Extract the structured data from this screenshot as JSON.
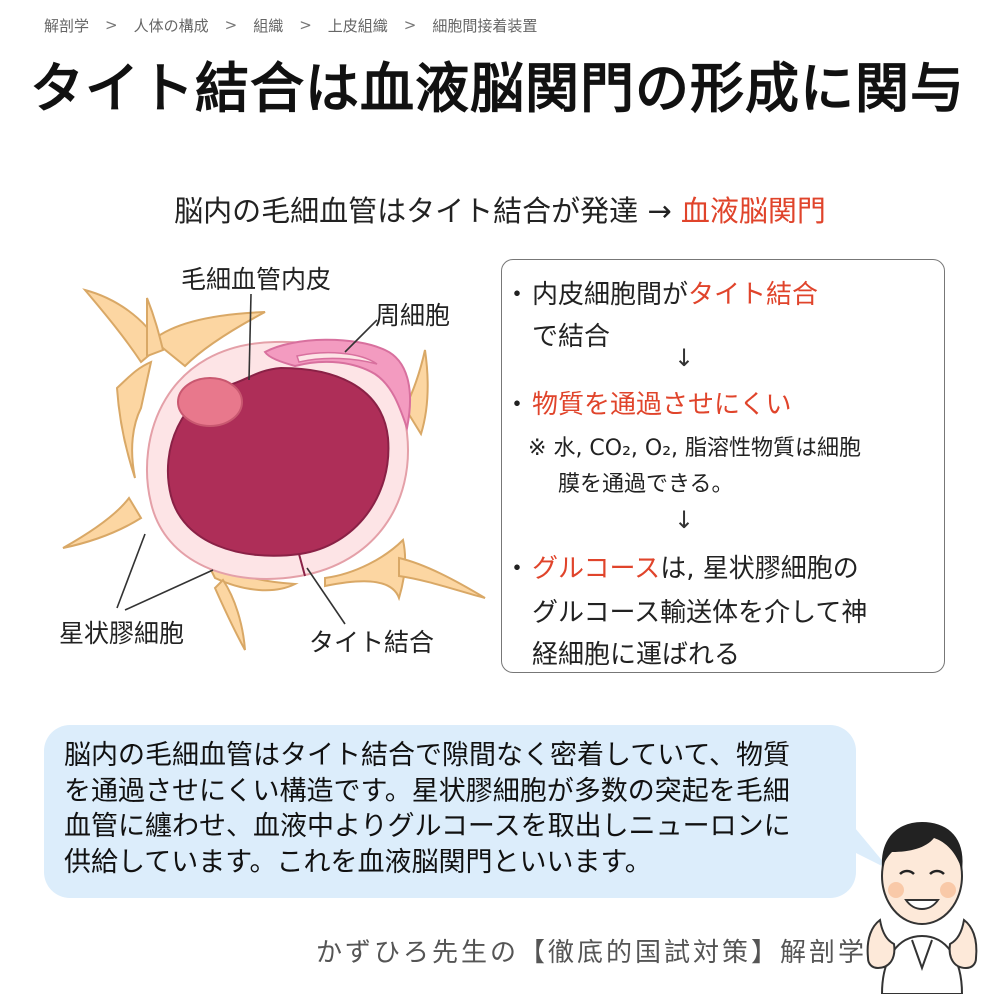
{
  "breadcrumb": [
    "解剖学",
    "人体の構成",
    "組織",
    "上皮組織",
    "細胞間接着装置"
  ],
  "breadcrumb_sep": ">",
  "title": "タイト結合は血液脳関門の形成に関与",
  "subtitle": {
    "text": "脳内の毛細血管はタイト結合が発達 → ",
    "accent": "血液脳関門"
  },
  "diagram": {
    "labels": {
      "endothelium": "毛細血管内皮",
      "pericyte": "周細胞",
      "astrocyte": "星状膠細胞",
      "tight_junction": "タイト結合"
    },
    "colors": {
      "astrocyte": "#fcd6a2",
      "lumen": "#ae2e58",
      "endothelium": "#fde4e6",
      "nucleus": "#e8788c",
      "pericyte": "#f39bc0"
    }
  },
  "info": {
    "bullet": "・",
    "arrow": "↓",
    "line1_prefix": "内皮細胞間が",
    "line1_accent": "タイト結合",
    "line2": "で結合",
    "line3_accent": "物質を通過させにくい",
    "note_mark": "※",
    "note_line1": "水, CO₂, O₂, 脂溶性物質は細胞",
    "note_line2": "膜を通過できる。",
    "line4_accent": "グルコース",
    "line4_rest": "は, 星状膠細胞の",
    "line5": "グルコース輸送体を介して神",
    "line6": "経細胞に運ばれる"
  },
  "bubble_lines": [
    "脳内の毛細血管はタイト結合で隙間なく密着していて、物質",
    "を通過させにくい構造です。星状膠細胞が多数の突起を毛細",
    "血管に纏わせ、血液中よりグルコースを取出しニューロンに",
    "供給しています。これを血液脳関門といいます。"
  ],
  "footer": "かずひろ先生の【徹底的国試対策】解剖学",
  "colors": {
    "accent": "#e0442b",
    "bubble": "#dcedfb"
  }
}
